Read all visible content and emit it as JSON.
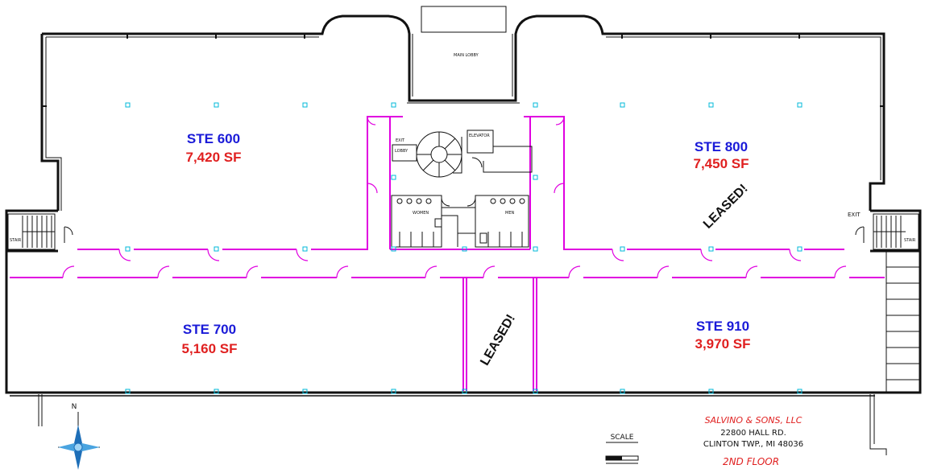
{
  "suites": [
    {
      "name": "STE 600",
      "area": "7,420 SF",
      "leased": false
    },
    {
      "name": "STE 800",
      "area": "7,450 SF",
      "leased": true
    },
    {
      "name": "STE 700",
      "area": "5,160 SF",
      "leased": false
    },
    {
      "name": "STE 910",
      "area": "3,970 SF",
      "leased": false
    }
  ],
  "leased_labels": [
    "LEASED!",
    "LEASED!"
  ],
  "rooms": {
    "main_lobby": "MAIN LOBBY",
    "exit_stair": "EXIT",
    "lobby": "LOBBY",
    "elevator": "ELEVATOR",
    "women": "WOMEN",
    "men": "MEN",
    "exit_right": "EXIT",
    "stair_left": "STAIR",
    "stair_right": "STAIR"
  },
  "title_block": {
    "owner": "SALVINO & SONS, LLC",
    "address_line1": "22800 HALL RD.",
    "address_line2": "CLINTON TWP., MI 48036",
    "floor": "2ND FLOOR"
  },
  "scale_label": "SCALE",
  "north_label": "N",
  "colors": {
    "walls": "#111111",
    "partitions": "#e000e0",
    "suite_name": "#1a1ad8",
    "suite_area": "#e02020",
    "fixtures": "#00b8d8"
  }
}
